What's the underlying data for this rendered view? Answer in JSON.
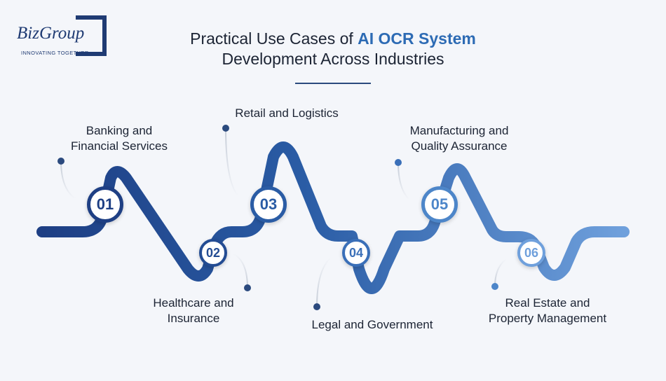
{
  "logo": {
    "text": "BizGroup",
    "tagline": "INNOVATING TOGETHER"
  },
  "title": {
    "line1_prefix": "Practical Use Cases of ",
    "line1_highlight": "AI OCR System",
    "line2": "Development Across Industries"
  },
  "colors": {
    "title_highlight": "#2d6bb4",
    "wave_start": "#1e3f84",
    "wave_end": "#6fa0dc",
    "badges": [
      "#1e3f84",
      "#234c93",
      "#2a5ca5",
      "#3a6fb8",
      "#4d86c9",
      "#6fa0dc"
    ]
  },
  "use_cases": [
    {
      "number": "01",
      "label_line1": "Banking and",
      "label_line2": "Financial Services"
    },
    {
      "number": "02",
      "label_line1": "Healthcare and",
      "label_line2": "Insurance"
    },
    {
      "number": "03",
      "label_line1": "Retail and Logistics",
      "label_line2": ""
    },
    {
      "number": "04",
      "label_line1": "Legal and Government",
      "label_line2": ""
    },
    {
      "number": "05",
      "label_line1": "Manufacturing and",
      "label_line2": "Quality Assurance"
    },
    {
      "number": "06",
      "label_line1": "Real Estate and",
      "label_line2": "Property Management"
    }
  ]
}
